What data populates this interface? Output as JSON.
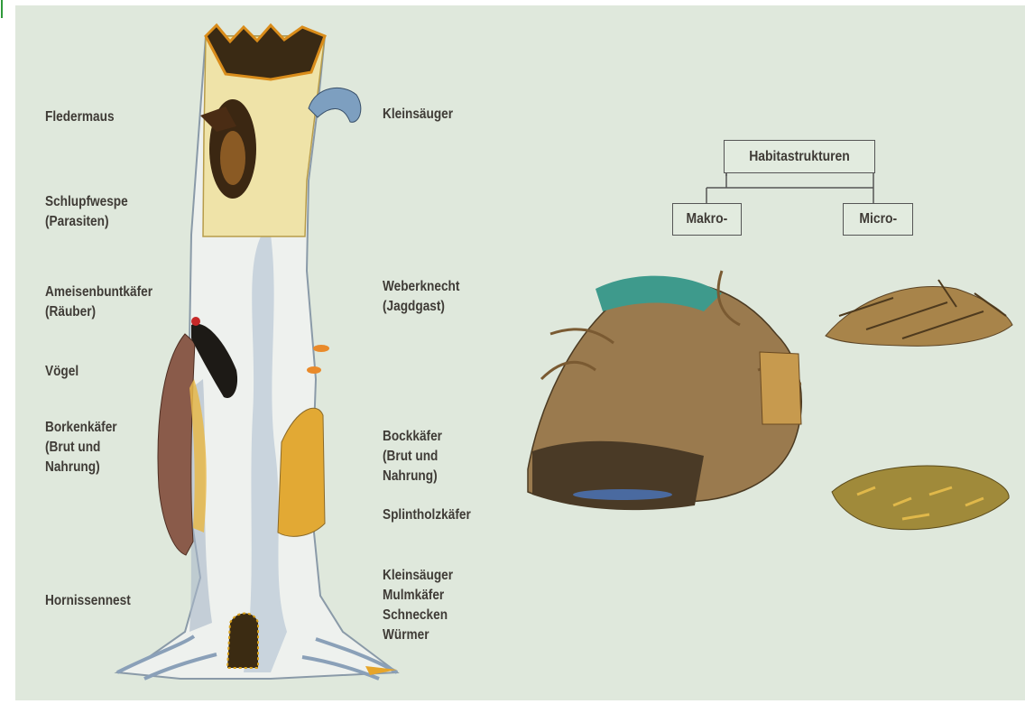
{
  "left_labels": {
    "fledermaus": "Fledermaus",
    "schlupfwespe": "Schlupfwespe\n(Parasiten)",
    "ameisenbuntkaefer": "Ameisenbuntkäfer\n(Räuber)",
    "voegel": "Vögel",
    "borkenkaefer": "Borkenkäfer\n(Brut und\nNahrung)",
    "hornissennest": "Hornissennest"
  },
  "right_labels": {
    "kleinsaeuger_top": "Kleinsäuger",
    "weberknecht": "Weberknecht\n(Jagdgast)",
    "bockkaefer": "Bockkäfer\n(Brut und\nNahrung)",
    "splintholzkaefer": "Splintholzkäfer",
    "ground_group": "Kleinsäuger\nMulmkäfer\nSchnecken\nWürmer"
  },
  "hierarchy": {
    "root": "Habitastrukturen",
    "left_child": "Makro-",
    "right_child": "Micro-"
  },
  "colors": {
    "background": "#dfe8dc",
    "label_text": "#3f3b36",
    "accent_green": "#2f9a3a"
  }
}
